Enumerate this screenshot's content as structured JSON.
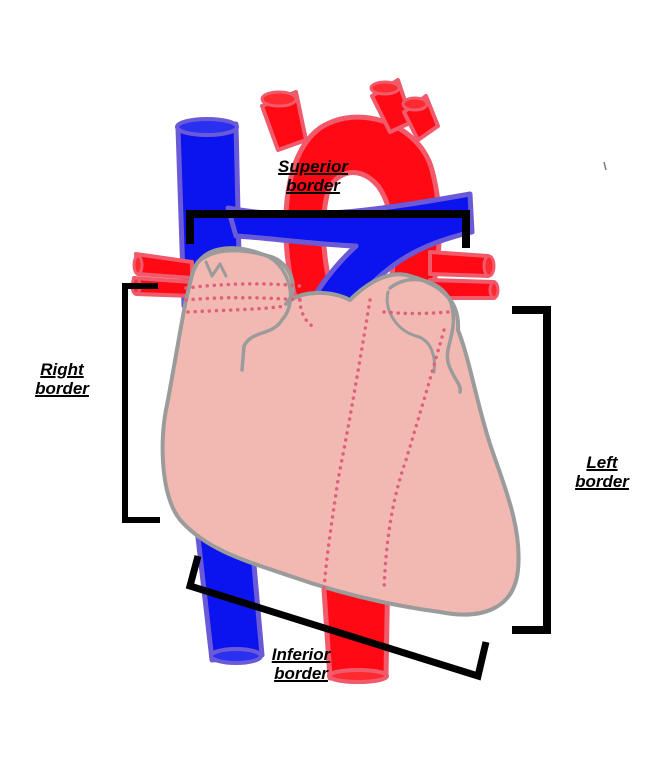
{
  "labels": {
    "superior": [
      "Superior",
      "border"
    ],
    "right": [
      "Right",
      "border"
    ],
    "left": [
      "Left",
      "border"
    ],
    "inferior": [
      "Inferior",
      "border"
    ]
  },
  "colors": {
    "artery": "#ff0a14",
    "artery_outline": "#f05a6a",
    "vein": "#0b14ee",
    "vein_outline": "#6a5ad8",
    "heart_fill": "#f2b9b2",
    "heart_outline": "#9b9b9b",
    "dots": "#e0607a",
    "bracket": "#000000"
  }
}
